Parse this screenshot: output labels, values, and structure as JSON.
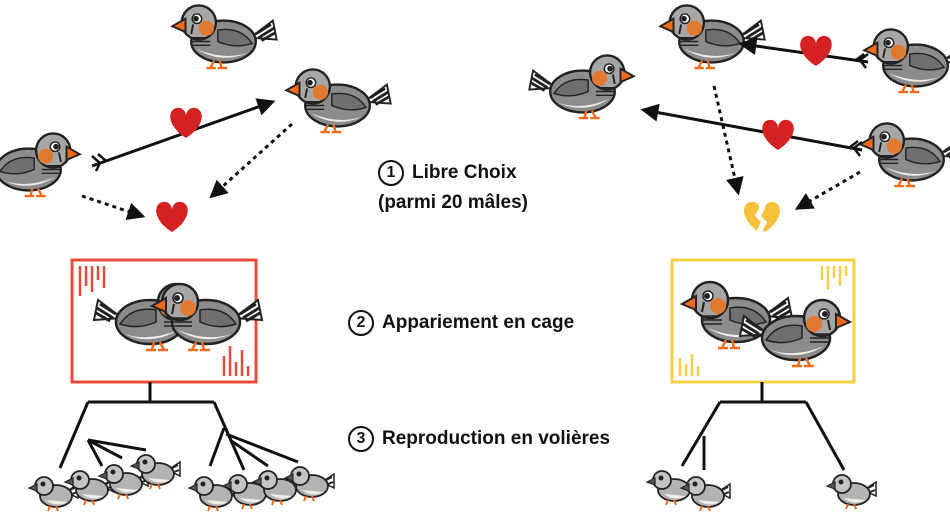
{
  "steps": [
    {
      "num": "1",
      "label": "Libre Choix",
      "sub": "(parmi 20 mâles)"
    },
    {
      "num": "2",
      "label": "Appariement en cage"
    },
    {
      "num": "3",
      "label": "Reproduction en volières"
    }
  ],
  "colors": {
    "free_choice_pair": "#e64c3c",
    "forced_pair": "#f5cf45",
    "heart": "#d42121",
    "broken_heart": "#f5c03a",
    "bird_body": "#8c8c8c",
    "beak": "#f26a1a",
    "cheek": "#e07a30"
  },
  "icons": [
    "zebra-finch-icon",
    "heart-icon",
    "broken-heart-icon",
    "cage-icon",
    "arrow-icon"
  ]
}
